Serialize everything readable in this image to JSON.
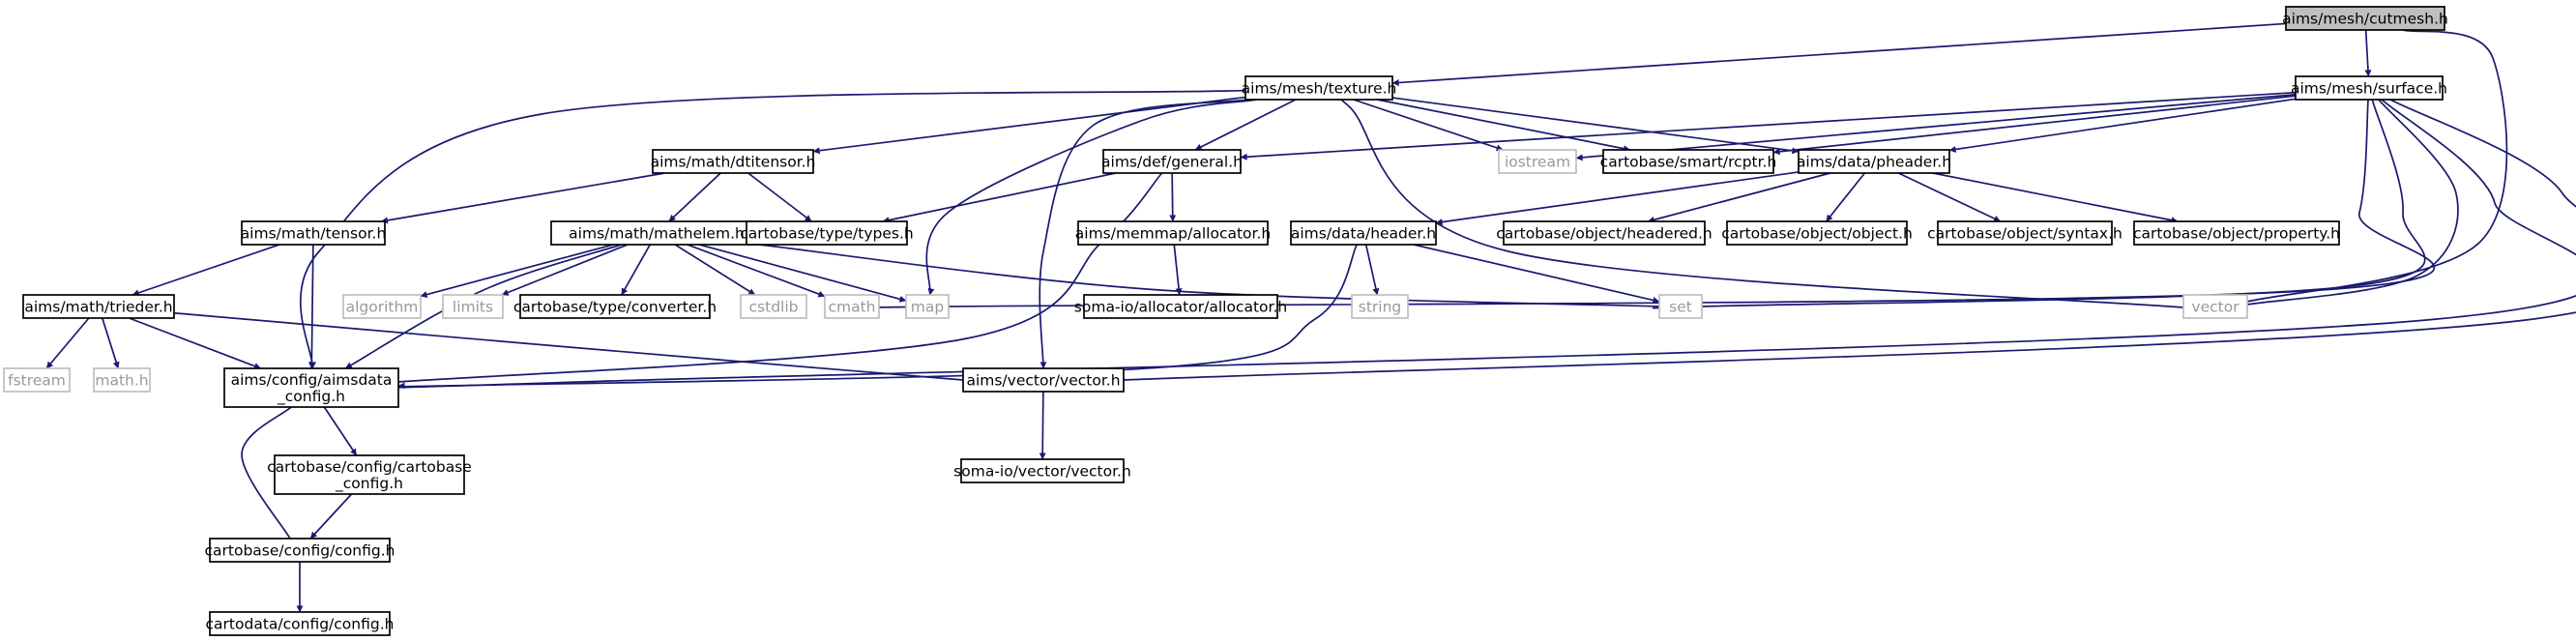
{
  "title": "",
  "colors": {
    "edge": "#191970",
    "node_border": "#000000",
    "external_border": "#bfbfbf",
    "root_fill": "#bfbfbf",
    "external_text": "#999999"
  },
  "nodes": [
    {
      "id": "cutmesh",
      "kind": "root",
      "lines": [
        "aims/mesh/cutmesh.h"
      ]
    },
    {
      "id": "texture",
      "kind": "normal",
      "lines": [
        "aims/mesh/texture.h"
      ]
    },
    {
      "id": "surface",
      "kind": "normal",
      "lines": [
        "aims/mesh/surface.h"
      ]
    },
    {
      "id": "dtitensor",
      "kind": "normal",
      "lines": [
        "aims/math/dtitensor.h"
      ]
    },
    {
      "id": "general",
      "kind": "normal",
      "lines": [
        "aims/def/general.h"
      ]
    },
    {
      "id": "iostream",
      "kind": "external",
      "lines": [
        "iostream"
      ]
    },
    {
      "id": "rcptr",
      "kind": "normal",
      "lines": [
        "cartobase/smart/rcptr.h"
      ]
    },
    {
      "id": "pheader",
      "kind": "normal",
      "lines": [
        "aims/data/pheader.h"
      ]
    },
    {
      "id": "tensor",
      "kind": "normal",
      "lines": [
        "aims/math/tensor.h"
      ]
    },
    {
      "id": "mathelem",
      "kind": "normal",
      "lines": [
        "aims/math/mathelem.h"
      ]
    },
    {
      "id": "types",
      "kind": "normal",
      "lines": [
        "cartobase/type/types.h"
      ]
    },
    {
      "id": "allocator",
      "kind": "normal",
      "lines": [
        "aims/memmap/allocator.h"
      ]
    },
    {
      "id": "header",
      "kind": "normal",
      "lines": [
        "aims/data/header.h"
      ]
    },
    {
      "id": "headered",
      "kind": "normal",
      "lines": [
        "cartobase/object/headered.h"
      ]
    },
    {
      "id": "object",
      "kind": "normal",
      "lines": [
        "cartobase/object/object.h"
      ]
    },
    {
      "id": "syntax",
      "kind": "normal",
      "lines": [
        "cartobase/object/syntax.h"
      ]
    },
    {
      "id": "property",
      "kind": "normal",
      "lines": [
        "cartobase/object/property.h"
      ]
    },
    {
      "id": "trieder",
      "kind": "normal",
      "lines": [
        "aims/math/trieder.h"
      ]
    },
    {
      "id": "algorithm",
      "kind": "external",
      "lines": [
        "algorithm"
      ]
    },
    {
      "id": "limits",
      "kind": "external",
      "lines": [
        "limits"
      ]
    },
    {
      "id": "converter",
      "kind": "normal",
      "lines": [
        "cartobase/type/converter.h"
      ]
    },
    {
      "id": "cstdlib",
      "kind": "external",
      "lines": [
        "cstdlib"
      ]
    },
    {
      "id": "cmath",
      "kind": "external",
      "lines": [
        "cmath"
      ]
    },
    {
      "id": "map",
      "kind": "external",
      "lines": [
        "map"
      ]
    },
    {
      "id": "soma_allocator",
      "kind": "normal",
      "lines": [
        "soma-io/allocator/allocator.h"
      ]
    },
    {
      "id": "string",
      "kind": "external",
      "lines": [
        "string"
      ]
    },
    {
      "id": "set",
      "kind": "external",
      "lines": [
        "set"
      ]
    },
    {
      "id": "vector",
      "kind": "external",
      "lines": [
        "vector"
      ]
    },
    {
      "id": "fstream",
      "kind": "external",
      "lines": [
        "fstream"
      ]
    },
    {
      "id": "mathh",
      "kind": "external",
      "lines": [
        "math.h"
      ]
    },
    {
      "id": "aimsdata_config",
      "kind": "normal",
      "lines": [
        "aims/config/aimsdata",
        "_config.h"
      ]
    },
    {
      "id": "vector_h",
      "kind": "normal",
      "lines": [
        "aims/vector/vector.h"
      ]
    },
    {
      "id": "soma_vector",
      "kind": "normal",
      "lines": [
        "soma-io/vector/vector.h"
      ]
    },
    {
      "id": "cartobase_config",
      "kind": "normal",
      "lines": [
        "cartobase/config/cartobase",
        "_config.h"
      ]
    },
    {
      "id": "config",
      "kind": "normal",
      "lines": [
        "cartobase/config/config.h"
      ]
    },
    {
      "id": "cartodata_config",
      "kind": "normal",
      "lines": [
        "cartodata/config/config.h"
      ]
    }
  ],
  "edges": [
    {
      "from": "cutmesh",
      "to": "texture"
    },
    {
      "from": "cutmesh",
      "to": "surface"
    },
    {
      "from": "cutmesh",
      "to": "vector"
    },
    {
      "from": "texture",
      "to": "dtitensor"
    },
    {
      "from": "texture",
      "to": "general"
    },
    {
      "from": "texture",
      "to": "iostream"
    },
    {
      "from": "texture",
      "to": "rcptr"
    },
    {
      "from": "texture",
      "to": "pheader"
    },
    {
      "from": "texture",
      "to": "map"
    },
    {
      "from": "texture",
      "to": "vector"
    },
    {
      "from": "texture",
      "to": "aimsdata_config"
    },
    {
      "from": "texture",
      "to": "vector_h"
    },
    {
      "from": "surface",
      "to": "general"
    },
    {
      "from": "surface",
      "to": "iostream"
    },
    {
      "from": "surface",
      "to": "rcptr"
    },
    {
      "from": "surface",
      "to": "pheader"
    },
    {
      "from": "surface",
      "to": "map"
    },
    {
      "from": "surface",
      "to": "set"
    },
    {
      "from": "surface",
      "to": "vector"
    },
    {
      "from": "surface",
      "to": "aimsdata_config"
    },
    {
      "from": "surface",
      "to": "vector_h"
    },
    {
      "from": "dtitensor",
      "to": "tensor"
    },
    {
      "from": "dtitensor",
      "to": "mathelem"
    },
    {
      "from": "dtitensor",
      "to": "types"
    },
    {
      "from": "general",
      "to": "types"
    },
    {
      "from": "general",
      "to": "allocator"
    },
    {
      "from": "general",
      "to": "aimsdata_config"
    },
    {
      "from": "pheader",
      "to": "header"
    },
    {
      "from": "pheader",
      "to": "headered"
    },
    {
      "from": "pheader",
      "to": "object"
    },
    {
      "from": "pheader",
      "to": "syntax"
    },
    {
      "from": "pheader",
      "to": "property"
    },
    {
      "from": "tensor",
      "to": "trieder"
    },
    {
      "from": "tensor",
      "to": "aimsdata_config"
    },
    {
      "from": "mathelem",
      "to": "algorithm"
    },
    {
      "from": "mathelem",
      "to": "limits"
    },
    {
      "from": "mathelem",
      "to": "converter"
    },
    {
      "from": "mathelem",
      "to": "cstdlib"
    },
    {
      "from": "mathelem",
      "to": "cmath"
    },
    {
      "from": "mathelem",
      "to": "map"
    },
    {
      "from": "mathelem",
      "to": "set"
    },
    {
      "from": "mathelem",
      "to": "aimsdata_config"
    },
    {
      "from": "allocator",
      "to": "soma_allocator"
    },
    {
      "from": "header",
      "to": "string"
    },
    {
      "from": "header",
      "to": "set"
    },
    {
      "from": "header",
      "to": "aimsdata_config"
    },
    {
      "from": "trieder",
      "to": "fstream"
    },
    {
      "from": "trieder",
      "to": "mathh"
    },
    {
      "from": "trieder",
      "to": "aimsdata_config"
    },
    {
      "from": "trieder",
      "to": "vector_h"
    },
    {
      "from": "aimsdata_config",
      "to": "cartobase_config"
    },
    {
      "from": "aimsdata_config",
      "to": "config"
    },
    {
      "from": "cartobase_config",
      "to": "config"
    },
    {
      "from": "config",
      "to": "cartodata_config"
    },
    {
      "from": "vector_h",
      "to": "soma_vector"
    }
  ]
}
